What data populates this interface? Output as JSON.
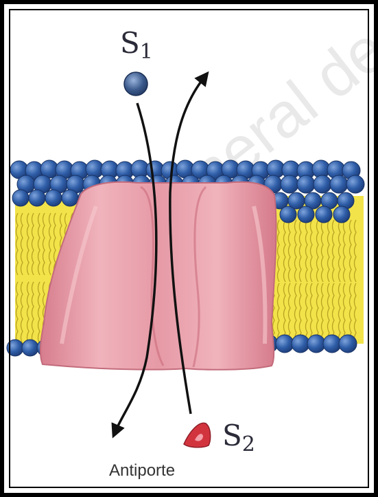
{
  "diagram": {
    "substrate_1": {
      "base": "S",
      "sub": "1"
    },
    "substrate_2": {
      "base": "S",
      "sub": "2"
    },
    "caption": "Antiporte",
    "watermark": "General de"
  },
  "colors": {
    "phospholipid_head": "#2f5ea8",
    "lipid_tail": "#f2e34a",
    "protein": "#e69aa6",
    "arrow": "#111111",
    "substrate_1": "#3b5a8c",
    "substrate_2": "#d2343e",
    "border": "#000000"
  },
  "icons": {
    "substrate_1": "blue-sphere-icon",
    "substrate_2": "red-triangle-icon"
  }
}
